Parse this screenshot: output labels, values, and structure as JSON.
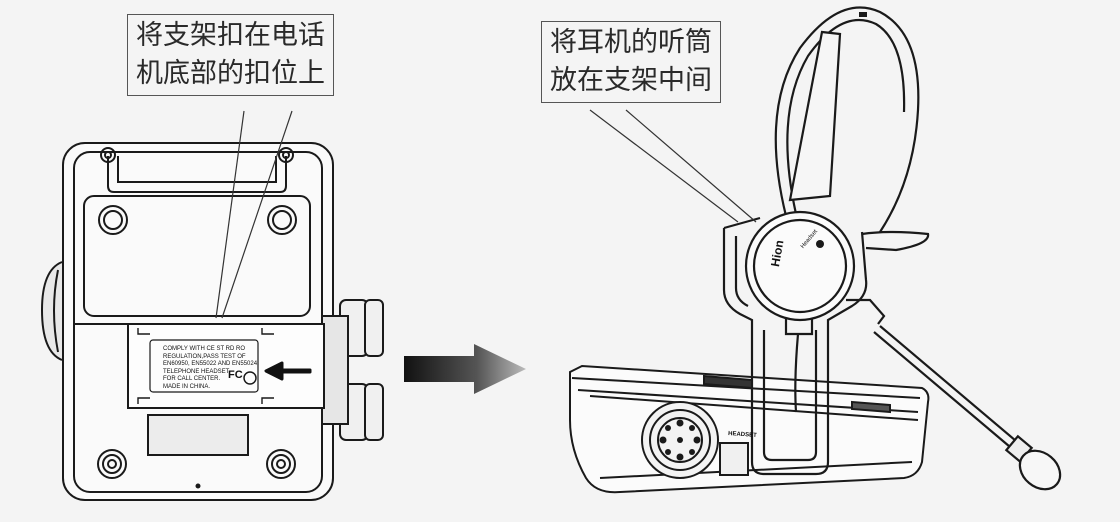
{
  "callouts": {
    "left": [
      "将支架扣在电话",
      "机底部的扣位上"
    ],
    "right": [
      "将耳机的听筒",
      "放在支架中间"
    ]
  },
  "compliance_label": [
    "COMPLY WITH CE ST RD RO",
    "REGULATION,PASS TEST OF",
    "EN60950, EN55022 AND EN55024.",
    "TELEPHONE HEADSET",
    "FOR CALL CENTER.",
    "MADE IN CHINA."
  ],
  "fcc_mark": "FC",
  "brand": {
    "name": "Hion",
    "sub": "Headset"
  },
  "port_label": "HEADSET",
  "colors": {
    "line": "#1a1a1a",
    "background": "#f4f4f4",
    "arrow_dark": "#222222"
  }
}
